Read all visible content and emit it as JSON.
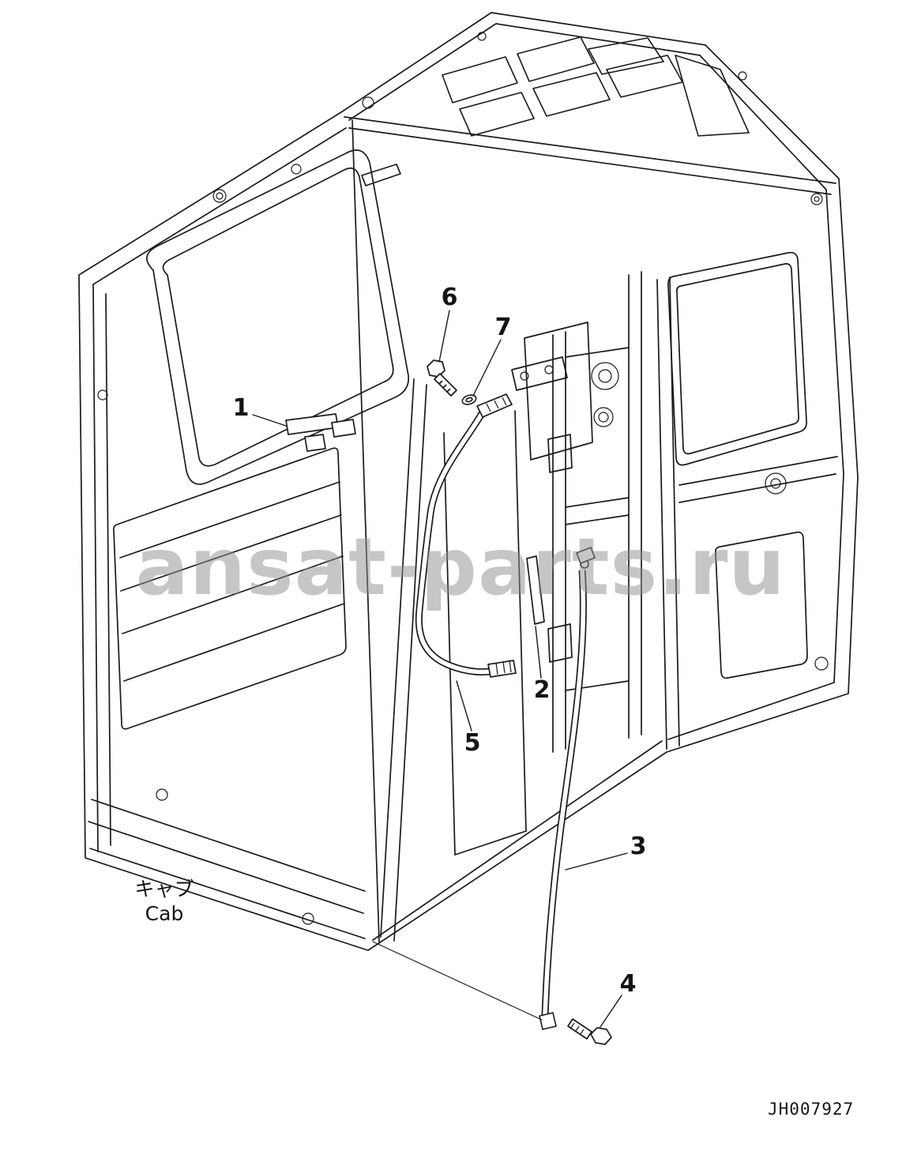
{
  "diagram": {
    "watermark": "ansat-parts.ru",
    "drawing_number": "JH007927",
    "cab_label": {
      "jp": "キャブ",
      "en": "Cab"
    },
    "callouts": [
      {
        "label": "1"
      },
      {
        "label": "2"
      },
      {
        "label": "3"
      },
      {
        "label": "4"
      },
      {
        "label": "5"
      },
      {
        "label": "6"
      },
      {
        "label": "7"
      }
    ],
    "colors": {
      "line": "#1a1a1a",
      "watermark_gray": "#8f8f8f",
      "background": "#ffffff"
    }
  }
}
